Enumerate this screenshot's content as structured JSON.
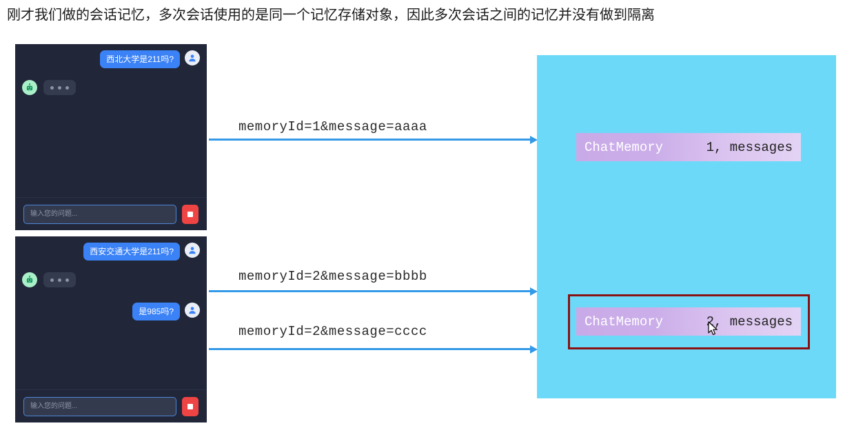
{
  "slide": {
    "title": "刚才我们做的会话记忆，多次会话使用的是同一个记忆存储对象，因此多次会话之间的记忆并没有做到隔离"
  },
  "chat_windows": [
    {
      "id": "chat-window-1",
      "messages": [
        {
          "role": "user",
          "text": "西北大学是211吗?"
        },
        {
          "role": "bot",
          "text": "",
          "typing": true
        }
      ],
      "input": {
        "placeholder": "输入您的问题...",
        "value": ""
      },
      "stop_button_label": "stop"
    },
    {
      "id": "chat-window-2",
      "messages": [
        {
          "role": "user",
          "text": "西安交通大学是211吗?"
        },
        {
          "role": "bot",
          "text": "",
          "typing": true
        },
        {
          "role": "user",
          "text": "是985吗?"
        }
      ],
      "input": {
        "placeholder": "输入您的问题...",
        "value": ""
      },
      "stop_button_label": "stop"
    }
  ],
  "arrows": [
    {
      "label": "memoryId=1&message=aaaa"
    },
    {
      "label": "memoryId=2&message=bbbb"
    },
    {
      "label": "memoryId=2&message=cccc"
    }
  ],
  "memory_panel": {
    "boxes": [
      {
        "name": "ChatMemory",
        "value": "1, messages",
        "highlighted": false
      },
      {
        "name": "ChatMemory",
        "value": "2, messages",
        "highlighted": true
      }
    ]
  },
  "colors": {
    "panel_cyan": "#6dd9f8",
    "chat_background": "#212639",
    "user_bubble": "#3b82f6",
    "bot_avatar": "#a9efc8",
    "arrow_blue": "#3399e8",
    "highlight_border": "#8a1111",
    "memory_box_gradient_start": "#c9aae8",
    "memory_box_gradient_end": "#e3d3f4",
    "stop_button_red": "#ef4444"
  }
}
